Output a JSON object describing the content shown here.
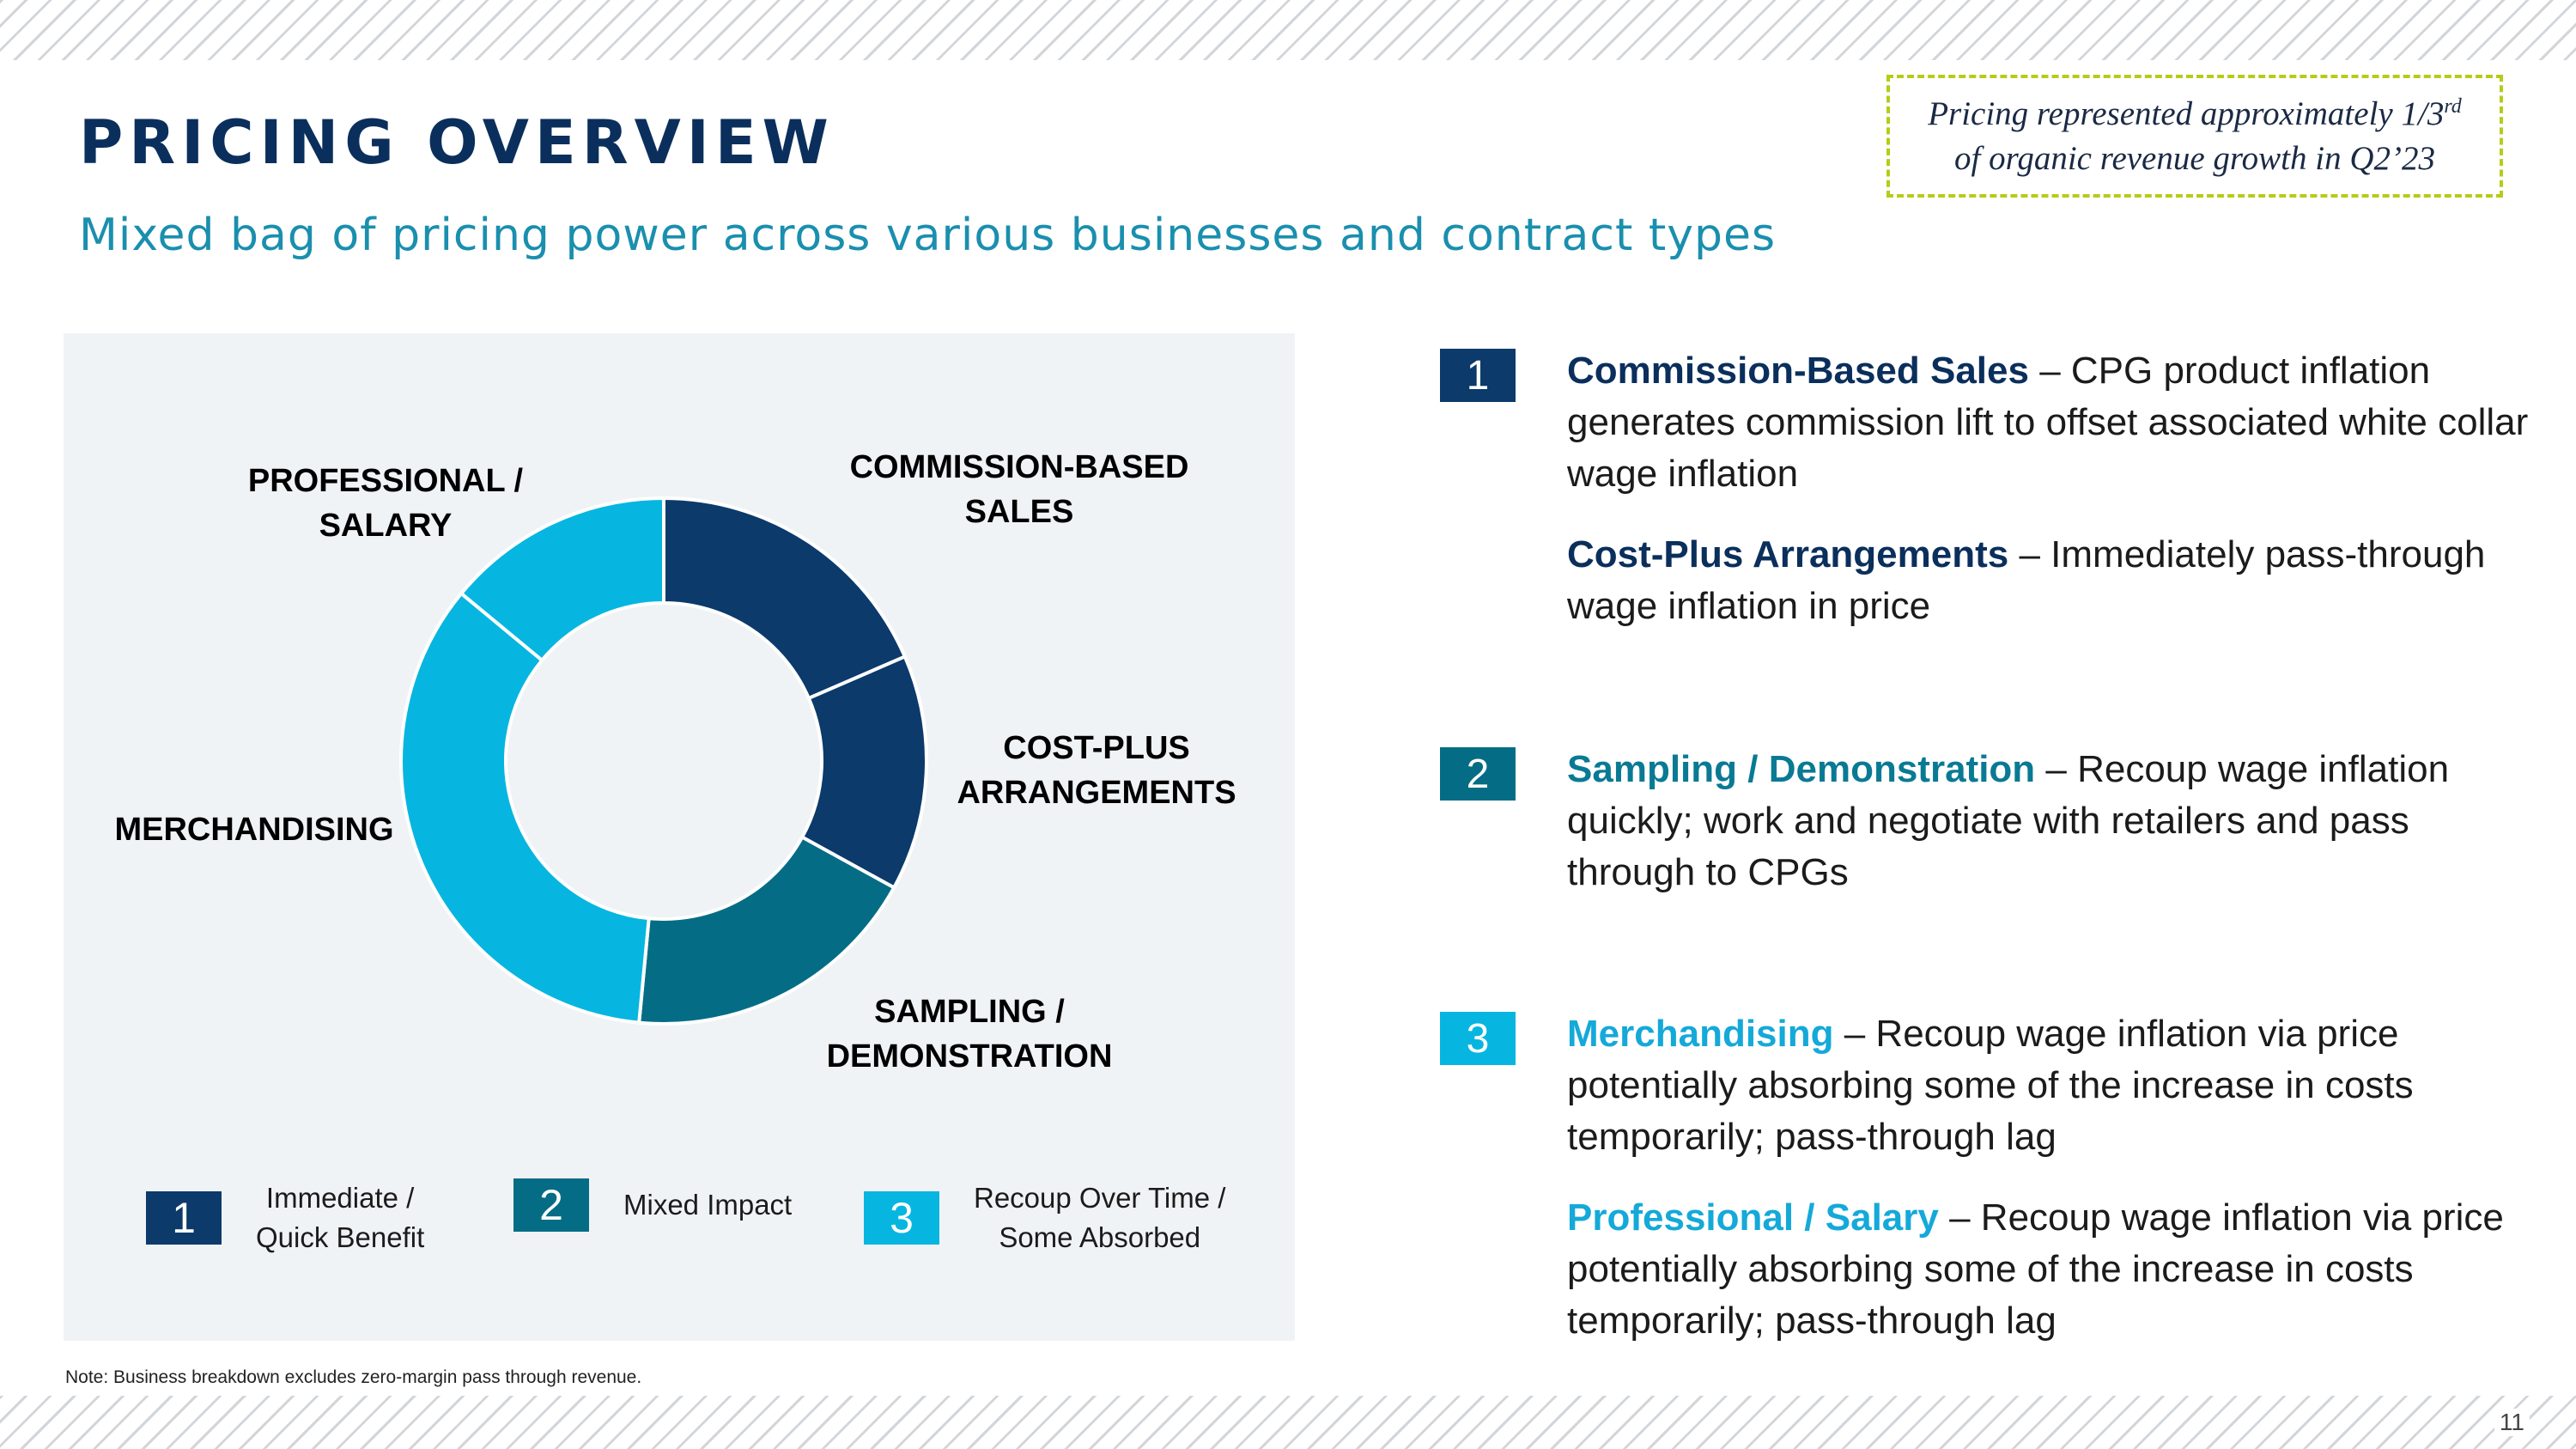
{
  "header": {
    "title": "PRICING OVERVIEW",
    "subtitle": "Mixed bag of pricing power across various businesses and contract types"
  },
  "callout": {
    "line1_prefix": "Pricing represented approximately 1/3",
    "line1_sup": "rd",
    "line2": "of organic revenue growth in Q2’23"
  },
  "colors": {
    "tier1": "#0b3a6b",
    "tier2": "#046d85",
    "tier3": "#06b6e0",
    "title": "#0b2f5c",
    "subtitle": "#1a8fae",
    "callout_border": "#b6cc18"
  },
  "chart_data": {
    "type": "pie",
    "segments": [
      {
        "label": "COMMISSION-BASED SALES",
        "value": 18.5,
        "tier": 1
      },
      {
        "label": "COST-PLUS ARRANGEMENTS",
        "value": 14.5,
        "tier": 1
      },
      {
        "label": "SAMPLING / DEMONSTRATION",
        "value": 18.5,
        "tier": 2
      },
      {
        "label": "MERCHANDISING",
        "value": 34.5,
        "tier": 3
      },
      {
        "label": "PROFESSIONAL / SALARY",
        "value": 14.0,
        "tier": 3
      }
    ],
    "labels": {
      "commission": [
        "COMMISSION-BASED",
        "SALES"
      ],
      "costplus": [
        "COST-PLUS",
        "ARRANGEMENTS"
      ],
      "sampling": [
        "SAMPLING /",
        "DEMONSTRATION"
      ],
      "merch": [
        "MERCHANDISING"
      ],
      "professional": [
        "PROFESSIONAL /",
        "SALARY"
      ]
    },
    "legend": [
      {
        "number": "1",
        "lines": [
          "Immediate /",
          "Quick Benefit"
        ]
      },
      {
        "number": "2",
        "lines": [
          "Mixed Impact"
        ]
      },
      {
        "number": "3",
        "lines": [
          "Recoup Over Time /",
          "Some Absorbed"
        ]
      }
    ]
  },
  "right": {
    "items": [
      {
        "number": "1",
        "paras": [
          {
            "keyword": "Commission-Based Sales",
            "text": " – CPG product inflation generates commission lift to offset associated white collar wage inflation"
          },
          {
            "keyword": "Cost-Plus Arrangements",
            "text": " – Immediately pass-through wage inflation in price"
          }
        ]
      },
      {
        "number": "2",
        "paras": [
          {
            "keyword": "Sampling / Demonstration",
            "text": " – Recoup wage inflation quickly; work and negotiate with retailers and pass through to CPGs"
          }
        ]
      },
      {
        "number": "3",
        "paras": [
          {
            "keyword": "Merchandising",
            "text": " – Recoup wage inflation via price potentially absorbing some of the increase in costs temporarily; pass-through lag"
          },
          {
            "keyword": "Professional / Salary",
            "text": " – Recoup wage inflation via price potentially absorbing some of the increase in costs temporarily; pass-through lag"
          }
        ]
      }
    ]
  },
  "footer": {
    "note": "Note: Business breakdown excludes zero-margin pass through revenue.",
    "page_number": "11"
  }
}
